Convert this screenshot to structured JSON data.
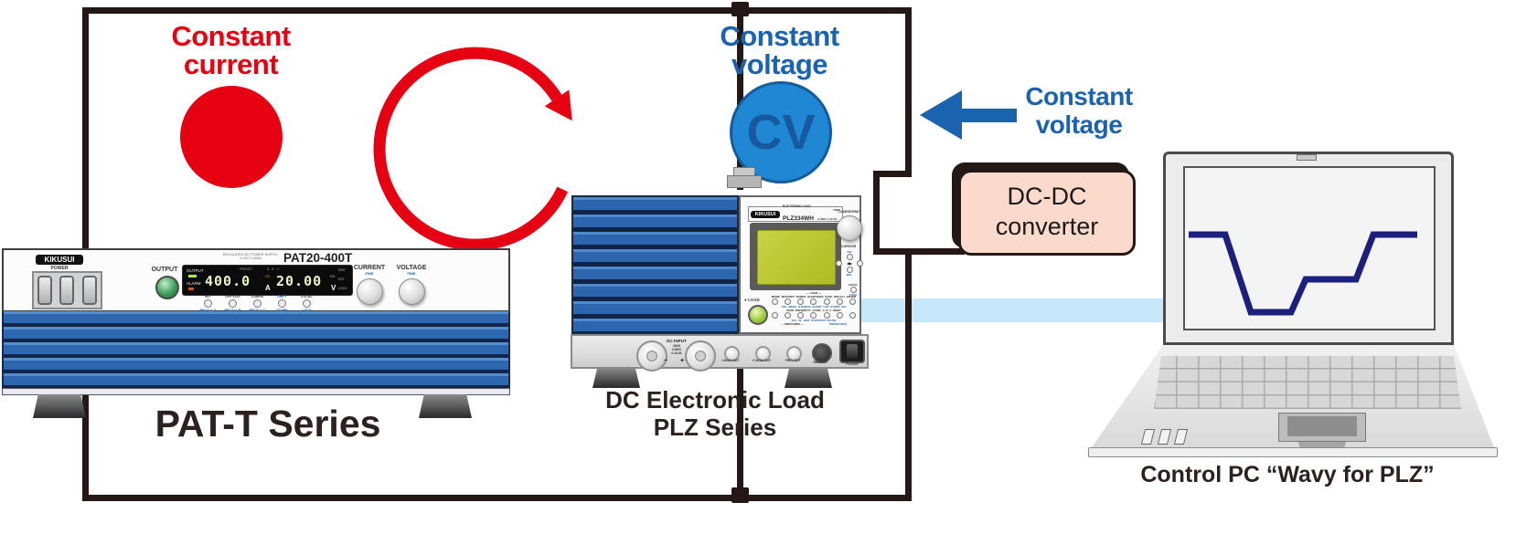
{
  "colors": {
    "accent_red": "#e60012",
    "accent_blue": "#1b63ae",
    "cv_circle_fill": "#1f87d3",
    "wire": "#231815",
    "dcdc_box_fill": "#fbd9cb",
    "usb_band": "#c7e8fa",
    "lcd_green": "#bcca2e",
    "waveform_navy": "#1b1f7e",
    "fin_blue": "#2d67b0"
  },
  "annotations": {
    "constant_current": {
      "line1": "Constant",
      "line2": "current"
    },
    "constant_voltage_top": {
      "line1": "Constant",
      "line2": "voltage"
    },
    "constant_voltage_arrow": {
      "line1": "Constant",
      "line2": "voltage"
    },
    "cv_badge": "CV",
    "dcdc": {
      "line1": "DC-DC",
      "line2": "converter"
    },
    "pat_caption": "PAT-T Series",
    "plz_caption": {
      "line1": "DC Electronic Load",
      "line2": "PLZ Series"
    },
    "pc_caption": "Control PC  “Wavy for PLZ”"
  },
  "pat": {
    "brand": "KIKUSUI",
    "power_label": "POWER",
    "output_label": "OUTPUT",
    "subtitle1": "REGULATED DC POWER SUPPLY",
    "subtitle2": "0-20V 0-400A",
    "model": "PAT20-400T",
    "display": {
      "output": "OUTPUT",
      "alarm": "ALARM",
      "preset": "PRESET",
      "channels": "A   B   C",
      "current": "400.0",
      "current_unit": "A",
      "oc": "OC",
      "voltage": "20.00",
      "voltage_unit": "V",
      "cv": "CV",
      "rmt": "RMT",
      "ext": "EXT",
      "lock": "LOCK"
    },
    "fn_buttons": [
      "SET",
      "OVP·OCP",
      "CONFIG",
      "SHIFT",
      "LOCAL"
    ],
    "fn_sub": [
      "RECALL A",
      "RECALL B",
      "RECALL C",
      "STORE",
      "LOCK"
    ],
    "knobs": [
      {
        "label": "CURRENT",
        "sub": "FINE"
      },
      {
        "label": "VOLTAGE",
        "sub": "FINE"
      }
    ]
  },
  "plz": {
    "brand": "KIKUSUI",
    "type": "ELECTRONIC LOAD",
    "model": "PLZ334WH",
    "range": "0-650V 0-16.5A",
    "power_rating": "330W",
    "coarse_fine": "COARSE/FINE",
    "cursor": "CURSOR",
    "cursor_keys": {
      "up": "INS",
      "left": "PREV",
      "right": "NEXT",
      "down": "DEL"
    },
    "local": "LOCAL",
    "lock": "LOCK",
    "load": "LOAD",
    "group_load": "LOAD",
    "btn_row1": "MODE  SET/VSET  RANGE  SLEW RATE  SYNC  RECALL  ENTER",
    "btn_row1_sub": "VOL  MENU  H RANGE  SHORT  UVP  STORE  ISO",
    "btn_row2": "MAIN  FREQ/DUTY  LEVEL  A  B  C  SHIFT",
    "btn_row2_sub": "%TL  SL  EDIT  RUN/STOP  PAUSE",
    "group_switching": "SWITCHING",
    "group_preset": "PRESET/SEQ",
    "dc_input": "DC INPUT",
    "dc_specs": [
      "330W",
      "0-650V",
      "0-16.5A"
    ],
    "minus": "−",
    "plus": "+",
    "jacks": [
      "I MON OUT",
      "V MON OUT",
      "TRIG OUT"
    ],
    "remote": "REMOTE",
    "power_label": "POWER"
  }
}
